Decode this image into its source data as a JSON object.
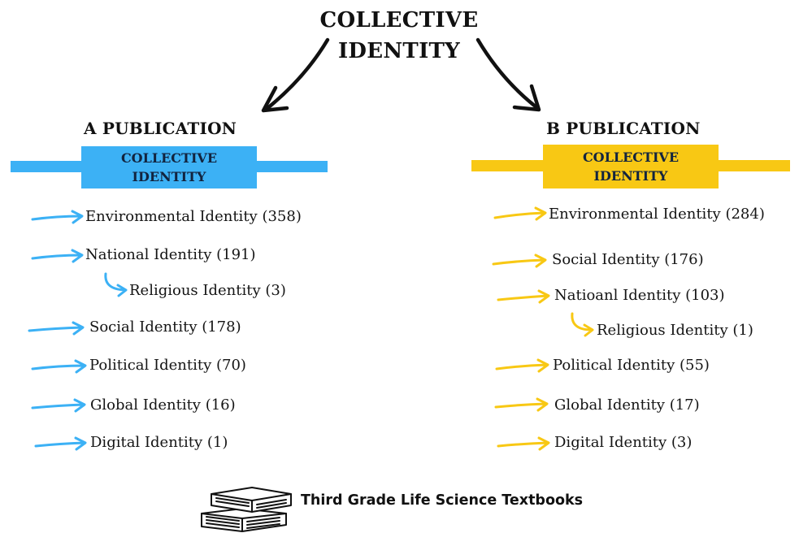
{
  "title": {
    "line1": "COLLECTIVE",
    "line2": "IDENTITY"
  },
  "colors": {
    "a_accent": "#3cb1f5",
    "b_accent": "#f8c814",
    "text": "#111111"
  },
  "publication_a": {
    "title": "A PUBLICATION",
    "category_line1": "COLLECTIVE",
    "category_line2": "IDENTITY",
    "items": [
      {
        "label": "Environmental Identity (358)"
      },
      {
        "label": "National Identity (191)"
      },
      {
        "label": "Religious Identity (3)"
      },
      {
        "label": "Social Identity (178)"
      },
      {
        "label": "Political Identity (70)"
      },
      {
        "label": "Global Identity (16)"
      },
      {
        "label": "Digital Identity (1)"
      }
    ]
  },
  "publication_b": {
    "title": "B PUBLICATION",
    "category_line1": "COLLECTIVE",
    "category_line2": "IDENTITY",
    "items": [
      {
        "label": "Environmental Identity (284)"
      },
      {
        "label": "Social Identity (176)"
      },
      {
        "label": "Natioanl Identity (103)"
      },
      {
        "label": "Religious Identity (1)"
      },
      {
        "label": "Political Identity (55)"
      },
      {
        "label": "Global Identity (17)"
      },
      {
        "label": "Digital Identity (3)"
      }
    ]
  },
  "footer": {
    "text": "Third Grade Life Science Textbooks",
    "icon": "books-icon"
  }
}
